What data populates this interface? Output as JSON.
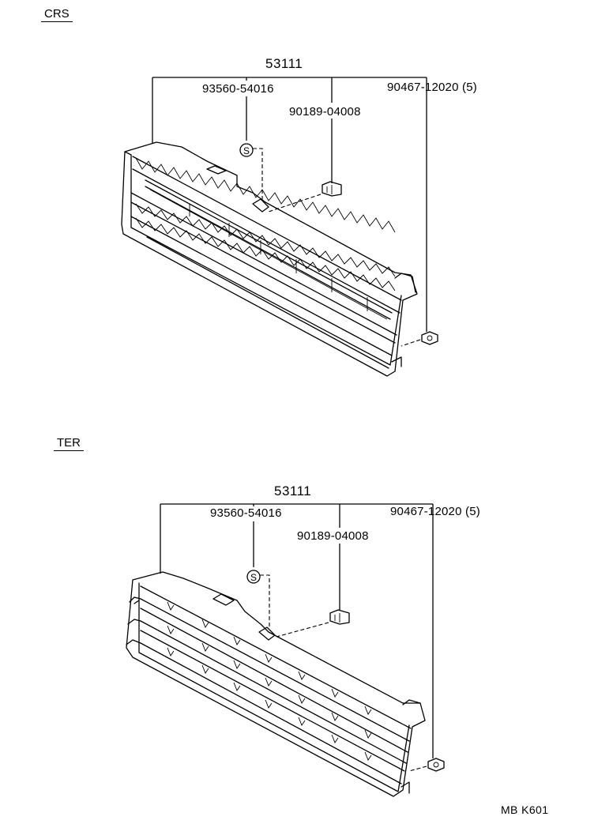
{
  "sections": [
    {
      "tag": "CRS",
      "parts": {
        "grille": "53111",
        "clip": "93560-54016",
        "retainer": "90189-04008",
        "nut": "90467-12020",
        "nut_qty": "(5)"
      },
      "symbol": "S"
    },
    {
      "tag": "TER",
      "parts": {
        "grille": "53111",
        "clip": "93560-54016",
        "retainer": "90189-04008",
        "nut": "90467-12020",
        "nut_qty": "(5)"
      },
      "symbol": "S"
    }
  ],
  "diagram_code": "MB K601"
}
